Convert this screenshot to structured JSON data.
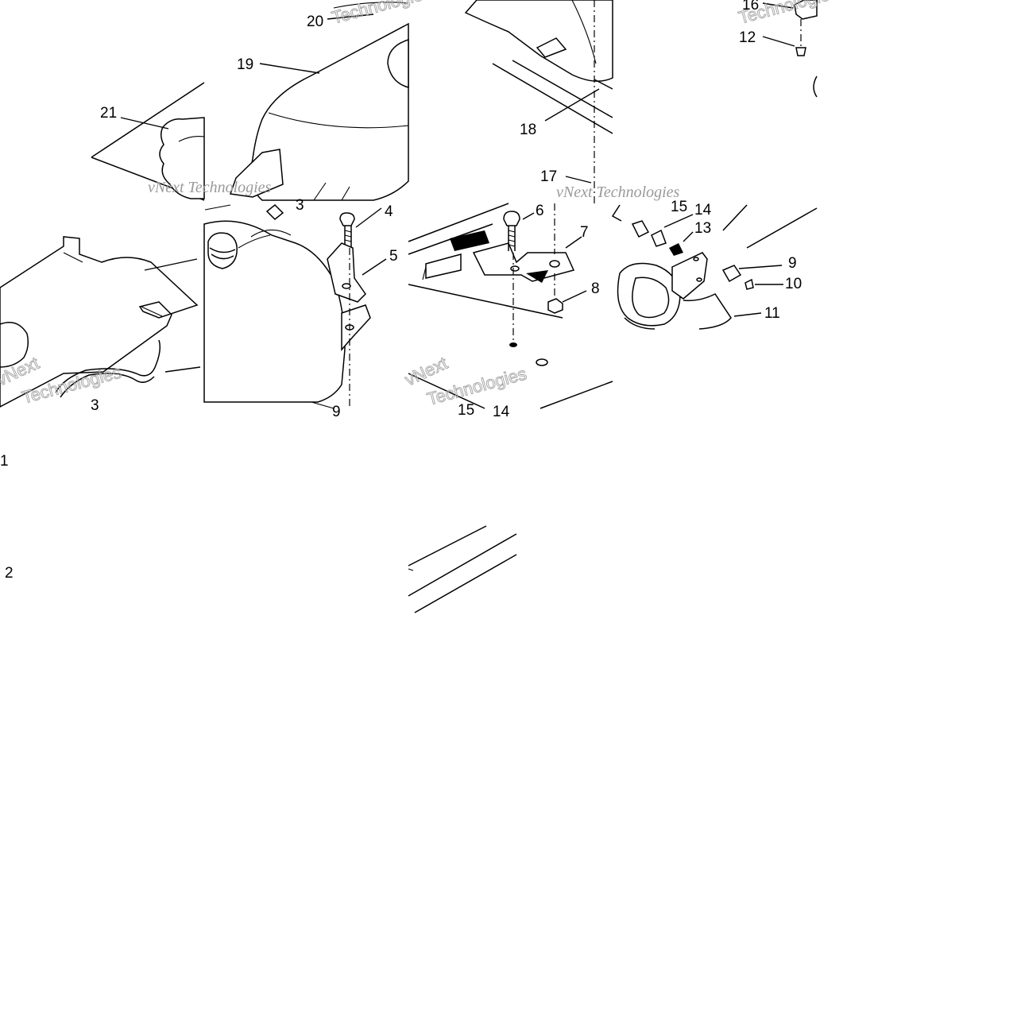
{
  "watermarks": [
    "vNext Technologies",
    "Technologies",
    "vNext"
  ],
  "callouts": [
    "20",
    "19",
    "21",
    "16",
    "12",
    "18",
    "17",
    "3",
    "4",
    "5",
    "6",
    "7",
    "8",
    "15",
    "14",
    "13",
    "9",
    "10",
    "11",
    "1",
    "2",
    "3",
    "9",
    "15",
    "14"
  ]
}
